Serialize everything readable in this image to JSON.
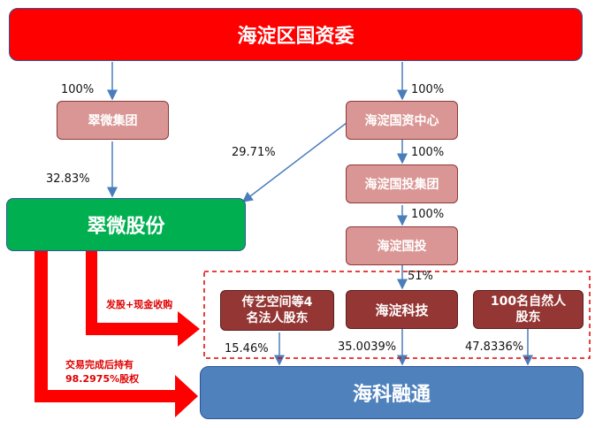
{
  "nodes": {
    "top": "海淀区国资委",
    "cuiwei_group": "翠微集团",
    "haidian_center": "海淀国资中心",
    "haidian_invest_group": "海淀国投集团",
    "haidian_guotou": "海淀国投",
    "cuiwei_shares": "翠微股份",
    "chuanyi_line1": "传艺空间等4",
    "chuanyi_line2": "名法人股东",
    "haidian_tech": "海淀科技",
    "natural_line1": "100名自然人",
    "natural_line2": "股东",
    "haike": "海科融通"
  },
  "labels": {
    "pct_top_left": "100%",
    "pct_top_right": "100%",
    "pct_cuiwei": "32.83%",
    "pct_center_to_shares": "29.71%",
    "pct_center_to_group": "100%",
    "pct_group_to_guotou": "100%",
    "pct_guotou_to_tech": "51%",
    "pct_chuanyi": "15.46%",
    "pct_tech": "35.0039%",
    "pct_natural": "47.8336%",
    "arrow_issue": "发股+现金收购",
    "arrow_hold_line1": "交易完成后持有",
    "arrow_hold_line2": "98.2975%股权"
  },
  "colors": {
    "top_red": "#ff0000",
    "pink": "#d99694",
    "green": "#00b050",
    "dark_red": "#943634",
    "blue": "#4f81bd",
    "connector": "#4a7ebb",
    "arrow_red": "#ff0000"
  }
}
